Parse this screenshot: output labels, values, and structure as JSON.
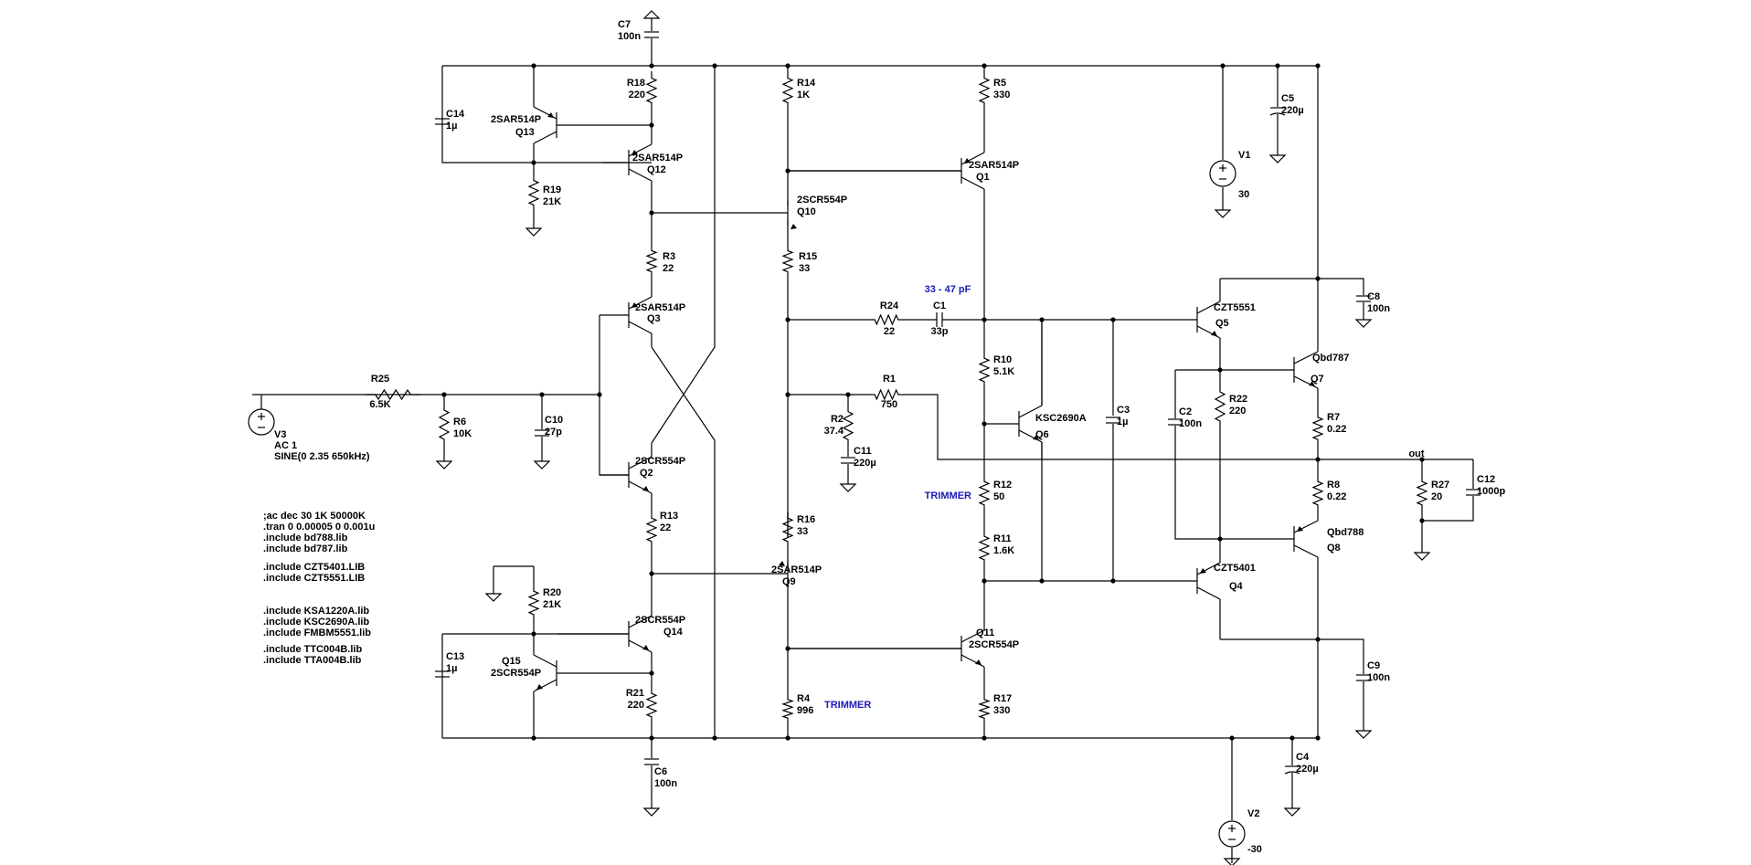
{
  "components": {
    "c7": {
      "ref": "C7",
      "value": "100n"
    },
    "c14": {
      "ref": "C14",
      "value": "1µ"
    },
    "r18": {
      "ref": "R18",
      "value": "220"
    },
    "q13": {
      "ref": "Q13",
      "model": "2SAR514P"
    },
    "q12": {
      "ref": "Q12",
      "model": "2SAR514P"
    },
    "r19": {
      "ref": "R19",
      "value": "21K"
    },
    "r14": {
      "ref": "R14",
      "value": "1K"
    },
    "r5": {
      "ref": "R5",
      "value": "330"
    },
    "q1": {
      "ref": "Q1",
      "model": "2SAR514P"
    },
    "c5": {
      "ref": "C5",
      "value": "220µ"
    },
    "v1": {
      "ref": "V1",
      "value": "30"
    },
    "q10": {
      "ref": "Q10",
      "model": "2SCR554P"
    },
    "r15": {
      "ref": "R15",
      "value": "33"
    },
    "r3": {
      "ref": "R3",
      "value": "22"
    },
    "q3": {
      "ref": "Q3",
      "model": "2SAR514P"
    },
    "r24": {
      "ref": "R24",
      "value": "22"
    },
    "c1": {
      "ref": "C1",
      "value": "33p"
    },
    "q5": {
      "ref": "Q5",
      "model": "CZT5551"
    },
    "c8": {
      "ref": "C8",
      "value": "100n"
    },
    "r25": {
      "ref": "R25",
      "value": "6.5K"
    },
    "r6": {
      "ref": "R6",
      "value": "10K"
    },
    "c10": {
      "ref": "C10",
      "value": "27p"
    },
    "r1": {
      "ref": "R1",
      "value": "750"
    },
    "r2": {
      "ref": "R2",
      "value": "37.4"
    },
    "c11": {
      "ref": "C11",
      "value": "220µ"
    },
    "r10": {
      "ref": "R10",
      "value": "5.1K"
    },
    "q6": {
      "ref": "Q6",
      "model": "KSC2690A"
    },
    "c3": {
      "ref": "C3",
      "value": "1µ"
    },
    "c2": {
      "ref": "C2",
      "value": "100n"
    },
    "r22": {
      "ref": "R22",
      "value": "220"
    },
    "q7": {
      "ref": "Q7",
      "model": "Qbd787"
    },
    "r7": {
      "ref": "R7",
      "value": "0.22"
    },
    "v3": {
      "ref": "V3",
      "ac": "AC 1",
      "source": "SINE(0 2.35 650kHz)"
    },
    "q2": {
      "ref": "Q2",
      "model": "2SCR554P"
    },
    "r12": {
      "ref": "R12",
      "value": "50"
    },
    "r8": {
      "ref": "R8",
      "value": "0.22"
    },
    "r27": {
      "ref": "R27",
      "value": "20"
    },
    "c12": {
      "ref": "C12",
      "value": "1000p"
    },
    "r13": {
      "ref": "R13",
      "value": "22"
    },
    "r16": {
      "ref": "R16",
      "value": "33"
    },
    "r11": {
      "ref": "R11",
      "value": "1.6K"
    },
    "q8": {
      "ref": "Q8",
      "model": "Qbd788"
    },
    "q9": {
      "ref": "Q9",
      "model": "2SAR514P"
    },
    "q4": {
      "ref": "Q4",
      "model": "CZT5401"
    },
    "r20": {
      "ref": "R20",
      "value": "21K"
    },
    "q14": {
      "ref": "Q14",
      "model": "2SCR554P"
    },
    "q11": {
      "ref": "Q11",
      "model": "2SCR554P"
    },
    "c13": {
      "ref": "C13",
      "value": "1µ"
    },
    "q15": {
      "ref": "Q15",
      "model": "2SCR554P"
    },
    "c9": {
      "ref": "C9",
      "value": "100n"
    },
    "r21": {
      "ref": "R21",
      "value": "220"
    },
    "r4": {
      "ref": "R4",
      "value": "996"
    },
    "r17": {
      "ref": "R17",
      "value": "330"
    },
    "c6": {
      "ref": "C6",
      "value": "100n"
    },
    "c4": {
      "ref": "C4",
      "value": "220µ"
    },
    "v2": {
      "ref": "V2",
      "value": "-30"
    }
  },
  "annotations": {
    "cap_range": "33 - 47 pF",
    "trimmer_r12": "TRIMMER",
    "trimmer_r4": "TRIMMER"
  },
  "nets": {
    "out": "out"
  },
  "directives": [
    ";ac dec 30 1K 50000K",
    ".tran 0 0.00005 0 0.001u",
    ".include bd788.lib",
    ".include bd787.lib",
    ".include CZT5401.LIB",
    ".include CZT5551.LIB",
    ".include KSA1220A.lib",
    ".include KSC2690A.lib",
    ".include FMBM5551.lib",
    ".include TTC004B.lib",
    ".include TTA004B.lib"
  ],
  "colors": {
    "wire": "#000000",
    "note": "#1a1ab8",
    "background": "#ffffff"
  }
}
